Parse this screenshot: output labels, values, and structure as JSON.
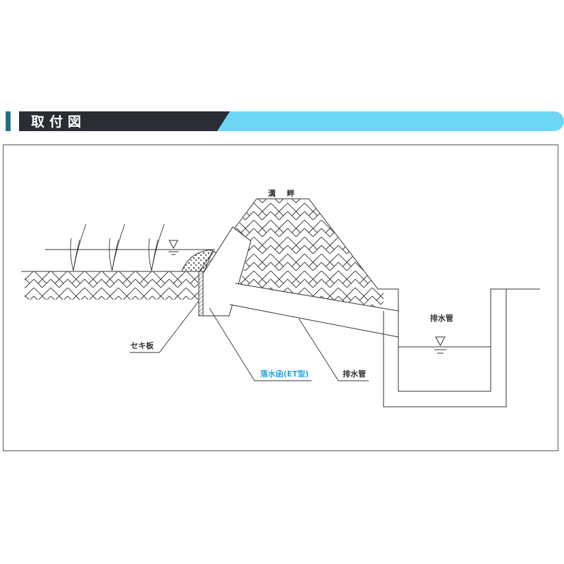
{
  "header": {
    "title": "取付図",
    "colors": {
      "marker": "#1f6f8b",
      "bar_dark": "#2a2d34",
      "bar_light": "#6dd6f5"
    }
  },
  "diagram": {
    "labels": {
      "levee": "溝 畔",
      "weir_plate": "セキ板",
      "drop_box": "落水函(ET型)",
      "drain_pipe": "排水管",
      "ditch_label": "排水管"
    },
    "colors": {
      "line": "#333333",
      "accent_label": "#29a8de"
    },
    "symbols": [
      "water-level-mark-field",
      "water-level-mark-ditch"
    ]
  }
}
